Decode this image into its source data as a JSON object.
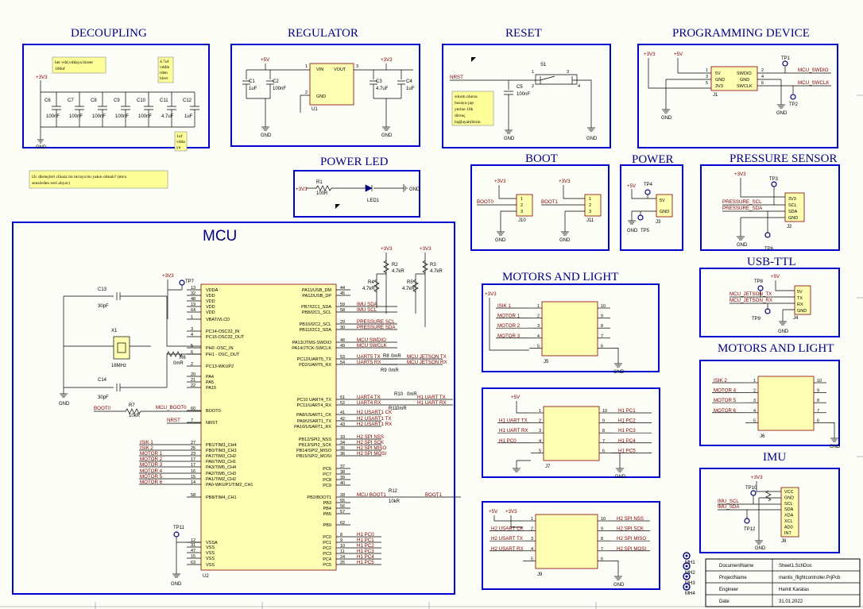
{
  "sections": {
    "decoupling": "DECOUPLING",
    "regulator": "REGULATOR",
    "reset": "RESET",
    "programming": "PROGRAMMING DEVICE",
    "power_led": "POWER LED",
    "boot": "BOOT",
    "power": "POWER",
    "pressure": "PRESSURE SENSOR",
    "mcu": "MCU",
    "motors_light_a": "MOTORS AND LIGHT",
    "usb_ttl": "USB-TTL",
    "motors_light_b": "MOTORS AND LIGHT",
    "imu": "IMU"
  },
  "notes": {
    "decoupling_1": [
      "her vdd,vddaya bireer",
      "100nf"
    ],
    "decoupling_2": [
      "4.7uf",
      "vddle",
      "rden",
      "birer"
    ],
    "decoupling_3": [
      "1uf",
      "vdda",
      "ya"
    ],
    "reset_note": [
      "sıkıntı olursa",
      "buraya çap",
      "yerine 10k",
      "direnç",
      "bağlayabilirsin"
    ],
    "general": [
      "i2c dirençleri cihaza mı mcuya mı yakın olmalı? (mcu",
      "sensörden veri alıyor)"
    ]
  },
  "decoupling": {
    "supply": "+3V3",
    "gnd": "GND",
    "caps": [
      "C6",
      "C7",
      "C8",
      "C9",
      "C10",
      "C11",
      "C12"
    ],
    "values": [
      "100nF",
      "100nF",
      "100nF",
      "100nF",
      "100nF",
      "4.7uF",
      "1uF"
    ]
  },
  "regulator": {
    "in_net": "+5V",
    "out_net": "+3V3",
    "ref": "U1",
    "pins": [
      "VIN",
      "VOUT",
      "GND"
    ],
    "pin_numbers": [
      "1",
      "3",
      "2"
    ],
    "caps_in": [
      {
        "ref": "C1",
        "val": "1uF"
      },
      {
        "ref": "C2",
        "val": "100nF"
      }
    ],
    "caps_out": [
      {
        "ref": "C3",
        "val": "4.7uF"
      },
      {
        "ref": "C4",
        "val": "1uF"
      }
    ],
    "gnd": "GND"
  },
  "reset": {
    "net": "NRST",
    "switch": "S1",
    "cap": "C5",
    "cap_val": "100nF",
    "pins": [
      "1",
      "2",
      "3",
      "4"
    ],
    "gnd": "GND"
  },
  "programming": {
    "supplies": [
      "+3V3",
      "+5V"
    ],
    "pins": [
      "5V",
      "GND",
      "3V3",
      "SWDIO",
      "GND",
      "SWCLK"
    ],
    "pin_numbers": [
      "1",
      "2",
      "3",
      "4",
      "5",
      "6"
    ],
    "nets": [
      "MCU_SWDIO",
      "MCU_SWCLK"
    ],
    "ref": "J1",
    "tps": [
      "TP1",
      "TP2"
    ],
    "gnd": "GND"
  },
  "power_led": {
    "in_net": "+3V3",
    "r": "R1",
    "r_val": "100R",
    "led": "LED1",
    "gnd": "GND"
  },
  "boot": {
    "supply": "+3V3",
    "nets": [
      "BOOT0",
      "BOOT1"
    ],
    "refs": [
      "J10",
      "J11"
    ],
    "pins": [
      "1",
      "2",
      "3"
    ],
    "gnd": "GND"
  },
  "power": {
    "supply": "+5V",
    "pins": [
      "5V",
      "GND"
    ],
    "ref": "J3",
    "tps": [
      "TP4",
      "TP5"
    ],
    "gnd": "GND"
  },
  "pressure": {
    "supply": "+3V3",
    "pins": [
      "3V3",
      "SCL",
      "SDA",
      "GND"
    ],
    "nets": [
      "PRESSURE_SCL",
      "PRESSURE_SDA"
    ],
    "ref": "J2",
    "tps": [
      "TP3",
      "TP6"
    ],
    "gnd": "GND"
  },
  "mcu": {
    "ref": "U2",
    "left_pins": [
      {
        "num": "13",
        "name": "VDDA"
      },
      {
        "num": "32",
        "name": "VDD"
      },
      {
        "num": "48",
        "name": "VDD"
      },
      {
        "num": "19",
        "name": "VDD"
      },
      {
        "num": "64",
        "name": "VDD"
      },
      {
        "num": "1",
        "name": "VBAT/VLCD"
      },
      {
        "num": "3",
        "name": "PC14-OSC32_IN"
      },
      {
        "num": "4",
        "name": "PC15-OSC32_OUT"
      },
      {
        "num": "5",
        "name": "PH0 -OSC_IN"
      },
      {
        "num": "6",
        "name": "PH1 - OSC_OUT"
      },
      {
        "num": "2",
        "name": "PC13-WKUP2"
      },
      {
        "num": "20",
        "name": "PA4"
      },
      {
        "num": "21",
        "name": "PA5"
      },
      {
        "num": "22",
        "name": "PA15"
      },
      {
        "num": "60",
        "name": "BOOT0"
      },
      {
        "num": "7",
        "name": "NRST"
      },
      {
        "num": "27",
        "name": "PB1/TIM3_CH4"
      },
      {
        "num": "25",
        "name": "PB0/TIM3_CH3"
      },
      {
        "num": "23",
        "name": "PA7/TIM3_CH2"
      },
      {
        "num": "17",
        "name": "PA6/TIM3_CH1"
      },
      {
        "num": "17",
        "name": "PA3/TIM5_CH4"
      },
      {
        "num": "16",
        "name": "PA2/TIM5_CH3"
      },
      {
        "num": "15",
        "name": "PA1/TIM2_CH2"
      },
      {
        "num": "14",
        "name": "PA0-WKUP1/TIM2_CH1"
      },
      {
        "num": "58",
        "name": "PB8/TIM4_CH1"
      },
      {
        "num": "12",
        "name": "VSSA"
      },
      {
        "num": "31",
        "name": "VSS"
      },
      {
        "num": "47",
        "name": "VSS"
      },
      {
        "num": "15",
        "name": "VSS"
      },
      {
        "num": "63",
        "name": "VSS"
      }
    ],
    "right_pins": [
      {
        "num": "44",
        "name": "PA11/USB_DM"
      },
      {
        "num": "45",
        "name": "PA12/USB_DP"
      },
      {
        "num": "59",
        "name": "PB7/I2C1_SDA"
      },
      {
        "num": "58",
        "name": "PB8/I2C1_SCL"
      },
      {
        "num": "29",
        "name": "PB10/I2C2_SCL"
      },
      {
        "num": "30",
        "name": "PB11/I2C2_SDA"
      },
      {
        "num": "46",
        "name": "PA13/JTMS-SWDIO"
      },
      {
        "num": "49",
        "name": "PA14/JTCK-SWCLK"
      },
      {
        "num": "53",
        "name": "PC12/UART5_TX"
      },
      {
        "num": "54",
        "name": "PD2/UART5_RX"
      },
      {
        "num": "51",
        "name": "PC10 UART4_TX"
      },
      {
        "num": "52",
        "name": "PC11/UART4_RX"
      },
      {
        "num": "41",
        "name": "PA8/USART1_CK"
      },
      {
        "num": "42",
        "name": "PA9/USART1_TX"
      },
      {
        "num": "43",
        "name": "PA10/USART1_RX"
      },
      {
        "num": "33",
        "name": "PB12/SPI2_NSS"
      },
      {
        "num": "34",
        "name": "PB13/SPI2_SCK"
      },
      {
        "num": "35",
        "name": "PB14/SPI2_MISO"
      },
      {
        "num": "36",
        "name": "PB15/SPI2_MOSI"
      },
      {
        "num": "37",
        "name": "PC6"
      },
      {
        "num": "38",
        "name": "PC7"
      },
      {
        "num": "39",
        "name": "PC8"
      },
      {
        "num": "40",
        "name": "PC9"
      },
      {
        "num": "28",
        "name": "PB2/BOOT1"
      },
      {
        "num": "55",
        "name": "PB3"
      },
      {
        "num": "56",
        "name": "PB4"
      },
      {
        "num": "57",
        "name": "PB5"
      },
      {
        "num": "62",
        "name": "PB9"
      },
      {
        "num": "8",
        "name": "PC0"
      },
      {
        "num": "9",
        "name": "PC1"
      },
      {
        "num": "10",
        "name": "PC2"
      },
      {
        "num": "11",
        "name": "PC3"
      },
      {
        "num": "24",
        "name": "PC4"
      },
      {
        "num": "25",
        "name": "PC5"
      }
    ],
    "right_nets": [
      "IMU_SDA",
      "IMU_SCL",
      "PRESSURE_SCL",
      "PRESSURE_SDA",
      "MCU_SWDIO",
      "MCU_SWCLK",
      "UART5_TX",
      "UART5_RX",
      "UART4_TX",
      "UART4_RX",
      "H2_USART1_CK",
      "H2_USART1_TX",
      "H2_USART1_RX",
      "H2_SPI_NSS",
      "H2_SPI_SCK",
      "H2_SPI_MISO",
      "H2_SPI_MOSI",
      "MCU_BOOT1",
      "H1_PC0",
      "H1_PC1",
      "H1_PC2",
      "H1_PC3",
      "H1_PC4",
      "H1_PC5"
    ],
    "left_nets": [
      "ISIK_1",
      "ISIK_2",
      "MOTOR_1",
      "MOTOR_2",
      "MOTOR_3",
      "MOTOR_4",
      "MOTOR_5",
      "MOTOR_6"
    ],
    "far_nets": [
      "MCU_JETSON_TX",
      "MCU_JETSON_RX",
      "H1_UART_TX",
      "H1_UART_RX",
      "BOOT1"
    ],
    "components": {
      "c13": "C13",
      "c13v": "30pF",
      "c14": "C14",
      "c14v": "30pF",
      "x1": "X1",
      "x1v": "16MHz",
      "r6": "R6",
      "r6v": "0mR",
      "r7": "R7",
      "r7v": "10kR",
      "boot0_net": "BOOT0",
      "mcu_boot0": "MCU_BOOT0",
      "nrst": "NRST",
      "tp7": "TP7",
      "tp11": "TP11",
      "gnd": "GND",
      "supply": "+3V3",
      "r2": "R2",
      "r2v": "4.7kR",
      "r3": "R3",
      "r3v": "4.7kR",
      "r4": "R4",
      "r4v": "4.7kR",
      "r5": "R5",
      "r5v": "4.7kR",
      "r8": "R8",
      "r8v": "0mR",
      "r9": "R9",
      "r9v": "0mR",
      "r10": "R10",
      "r10v": "0mR",
      "r11": "R11",
      "r11v": "0mR",
      "r12": "R12",
      "r12v": "10kR"
    }
  },
  "motors_a": {
    "supply": "+3V3",
    "nets": [
      "ISIK_1",
      "MOTOR_1",
      "MOTOR_2",
      "MOTOR_3"
    ],
    "ref": "J5",
    "pins_l": [
      "1",
      "2",
      "3",
      "4",
      "5"
    ],
    "pins_r": [
      "10",
      "9",
      "8",
      "7",
      "6"
    ],
    "gnd": "GND"
  },
  "usb_ttl": {
    "supply": "+5V",
    "pins": [
      "5V",
      "TX",
      "RX",
      "GND"
    ],
    "nets": [
      "MCU_JETSON_TX",
      "MCU_JETSON_RX"
    ],
    "ref": "J4",
    "tps": [
      "TP8",
      "TP9"
    ],
    "gnd": "GND"
  },
  "motors_b": {
    "nets": [
      "ISIK_2",
      "MOTOR_4",
      "MOTOR_5",
      "MOTOR_6"
    ],
    "ref": "J6",
    "pins_l": [
      "1",
      "2",
      "3",
      "4",
      "5"
    ],
    "pins_r": [
      "10",
      "9",
      "8",
      "7",
      "6"
    ],
    "gnd": "GND"
  },
  "j7": {
    "supply": "+5V",
    "left_nets": [
      "H1_UART_TX",
      "H1_UART_RX",
      "H1_PC0"
    ],
    "right_nets": [
      "H1_PC1",
      "H1_PC2",
      "H1_PC3",
      "H1_PC4",
      "H1_PC5"
    ],
    "ref": "J7",
    "pins_l": [
      "1",
      "2",
      "3",
      "4",
      "5"
    ],
    "pins_r": [
      "10",
      "9",
      "8",
      "7",
      "6"
    ],
    "gnd": "GND"
  },
  "j9": {
    "supplies": [
      "+5V",
      "+3V3"
    ],
    "left_nets": [
      "H2_USART_CK",
      "H2_USART_TX",
      "H2_USART_RX"
    ],
    "right_nets": [
      "H2_SPI_NSS",
      "H2_SPI_SCK",
      "H2_SPI_MISO",
      "H2_SPI_MOSI"
    ],
    "ref": "J9",
    "pins_l": [
      "1",
      "2",
      "3",
      "4",
      "5"
    ],
    "pins_r": [
      "10",
      "9",
      "8",
      "7",
      "6"
    ],
    "gnd": "GND"
  },
  "imu": {
    "supply": "+3V3",
    "pins": [
      "VCC",
      "GND",
      "SCL",
      "SDA",
      "XDA",
      "XCL",
      "AD0",
      "INT"
    ],
    "nets": [
      "IMU_SCL",
      "IMU_SDA"
    ],
    "ref": "J8",
    "tps": [
      "TP10",
      "TP12"
    ],
    "gnd": "GND"
  },
  "mounting": [
    "MH1",
    "MH2",
    "MH3",
    "MH4"
  ],
  "title_block": [
    {
      "label": "DocumentName",
      "value": "Sheet1.SchDoc"
    },
    {
      "label": "ProjectName",
      "value": "mantis_flightcontroller.PrjPcb"
    },
    {
      "label": "Engineer",
      "value": "Hamit Karatas"
    },
    {
      "label": "Date",
      "value": "31.01.2022"
    }
  ]
}
